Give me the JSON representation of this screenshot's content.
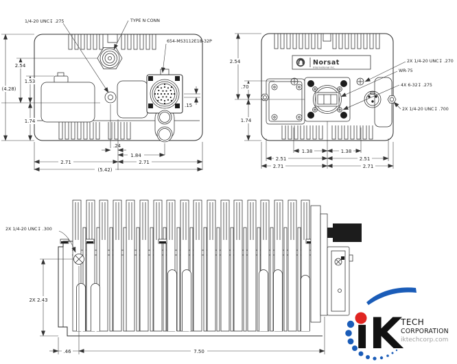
{
  "drawing": {
    "front_view": {
      "callouts": {
        "thread": "1/4-20 UNC↧ .275",
        "type_n": "TYPE N CONN",
        "connector": "654-MS3112E18-32P"
      },
      "dims": {
        "overall_h": "(4.28)",
        "d254": "2.54",
        "d153": "1.53",
        "d174": "1.74",
        "d015": ".15",
        "d024": ".24",
        "d184": "1.84",
        "d271l": "2.71",
        "d271r": "2.71",
        "overall_w": "(5.42)"
      }
    },
    "rear_view": {
      "brand": {
        "name": "Norsat",
        "tagline": "International Inc."
      },
      "callouts": {
        "c1": "2X 1/4-20 UNC↧ .270",
        "c2": "WR-75",
        "c3": "4X 6-32↧ .275",
        "c4": "2X 1/4-20 UNC↧ .700"
      },
      "dims": {
        "d254": "2.54",
        "d070": ".70",
        "d174": "1.74",
        "d138l": "1.38",
        "d138r": "1.38",
        "d251l": "2.51",
        "d251r": "2.51",
        "d271l": "2.71",
        "d271r": "2.71"
      }
    },
    "side_view": {
      "callouts": {
        "c1": "2X 1/4-20 UNC↧ .300"
      },
      "dims": {
        "height": "2X 2.43",
        "offset": ".46",
        "width": "7.50"
      }
    }
  },
  "logo": {
    "name": "iK",
    "line1": "TECH",
    "line2": "CORPORATION",
    "website": "iktechcorp.com",
    "colors": {
      "blue": "#1a5cb8",
      "red": "#e02521",
      "black": "#111111",
      "gray": "#9f9f9f"
    }
  }
}
